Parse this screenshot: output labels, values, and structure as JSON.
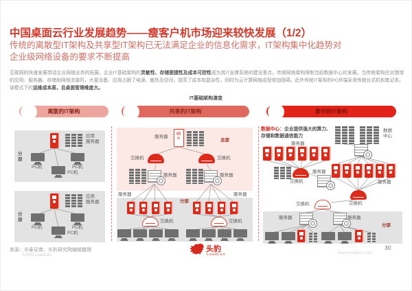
{
  "slide": {
    "title": "中国桌面云行业发展趋势——瘦客户机市场迎来较快发展（1/2）",
    "subtitle": "传统的离散型IT架构及共享型IT架构已无法满足企业的信息化需求，IT架构集中化趋势对企业级网络设备的要求不断提高",
    "page_number": "30",
    "website": "www.leadleo.com"
  },
  "intro": {
    "segments": [
      {
        "text": "互联网的快速发展带动企业网络业务的拓展，企业IT基础架构的",
        "bold": false
      },
      {
        "text": "灵敏性、存储便捷性及成本可控性",
        "bold": true
      },
      {
        "text": "成为其IT支撑系统的建设重点。传统网络架构限制当前数据中心的发展，当传统架构应对激增的应用、服务器、存储和网络流量时，大量设备、应用占据了电源、散热及空间，提高了成本和复杂性，同时为云计算网络成型增加阻碍。此外传统IT架构的PC终端采用传统台式机和笔记本。该模式下的",
        "bold": false
      },
      {
        "text": "运维成本高，且桌面管理难度大。",
        "bold": true
      }
    ]
  },
  "diagram": {
    "title": "IT基础架构演变",
    "col1_header": "离散的IT架构",
    "col2_header": "共享的IT架构",
    "col3_header": "集中的IT架构",
    "dc_note_lead": "数据中心：",
    "dc_note_rest": "企业提供强大的算力、存储和数据通信能力"
  },
  "labels": {
    "app_server": "应用\n服务器",
    "pc": "PC机",
    "branch": "分部",
    "hq": "总部",
    "server": "服务器",
    "switch": "交换机",
    "datacenter": "数据中心"
  },
  "footer": {
    "source": "来源：中泰证券、头豹研究院编辑整理",
    "copyright": "©2020 LeadLeo",
    "logo_cn": "头豹",
    "logo_en": "LeadLeo"
  },
  "colors": {
    "accent_red": "#d6291e",
    "title_red": "#d0382b",
    "subtitle_red": "#cc6f66",
    "banner_light": "#eca69e",
    "banner_mid": "#e0695f",
    "banner_bright": "#e2231a",
    "panel_gray": "#e3e3e3",
    "panel_pink": "#fce9e6"
  }
}
